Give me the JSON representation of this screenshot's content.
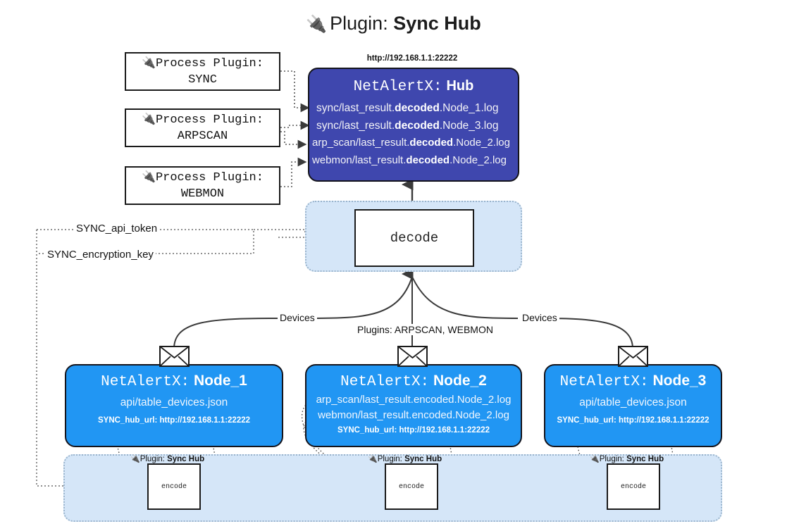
{
  "title": {
    "icon": "electric-plug-icon",
    "glyph": "🔌",
    "lead": "Plugin:",
    "name": "Sync Hub"
  },
  "process_plugins": [
    {
      "line1": "Process Plugin:",
      "line2": "SYNC",
      "icon": "electric-plug-icon"
    },
    {
      "line1": "Process Plugin:",
      "line2": "ARPSCAN",
      "icon": "electric-plug-icon"
    },
    {
      "line1": "Process Plugin:",
      "line2": "WEBMON",
      "icon": "electric-plug-icon"
    }
  ],
  "hub": {
    "url": "http://192.168.1.1:22222",
    "app": "NetAlertX:",
    "name": "Hub",
    "logs": [
      {
        "pre": "sync/last_result.",
        "mid": "decoded",
        "post": ".Node_1.log"
      },
      {
        "pre": "sync/last_result.",
        "mid": "decoded",
        "post": ".Node_3.log"
      },
      {
        "pre": "arp_scan/last_result.",
        "mid": "decoded",
        "post": ".Node_2.log"
      },
      {
        "pre": "webmon/last_result.",
        "mid": "decoded",
        "post": ".Node_2.log"
      }
    ]
  },
  "decode": {
    "label": "decode"
  },
  "secrets": {
    "api_token": "SYNC_api_token",
    "encryption_key": "SYNC_encryption_key"
  },
  "flow_labels": {
    "devices_left": "Devices",
    "devices_right": "Devices",
    "plugins": "Plugins: ARPSCAN, WEBMON"
  },
  "nodes": [
    {
      "app": "NetAlertX:",
      "name": "Node_1",
      "lines": [
        "api/table_devices.json"
      ],
      "hub_url": "SYNC_hub_url: http://192.168.1.1:22222"
    },
    {
      "app": "NetAlertX:",
      "name": "Node_2",
      "lines": [
        "arp_scan/last_result.encoded.Node_2.log",
        "webmon/last_result.encoded.Node_2.log"
      ],
      "hub_url": "SYNC_hub_url: http://192.168.1.1:22222"
    },
    {
      "app": "NetAlertX:",
      "name": "Node_3",
      "lines": [
        "api/table_devices.json"
      ],
      "hub_url": "SYNC_hub_url: http://192.168.1.1:22222"
    }
  ],
  "node_plugins": [
    {
      "icon": "electric-plug-icon",
      "lead": "Plugin:",
      "name": "Sync Hub",
      "encode": "encode"
    },
    {
      "icon": "electric-plug-icon",
      "lead": "Plugin:",
      "name": "Sync Hub",
      "encode": "encode"
    },
    {
      "icon": "electric-plug-icon",
      "lead": "Plugin:",
      "name": "Sync Hub",
      "encode": "encode"
    }
  ],
  "colors": {
    "hub": "#3f47ae",
    "node": "#2196f3",
    "zone": "#d5e6f8",
    "stroke": "#1b1b1b"
  }
}
